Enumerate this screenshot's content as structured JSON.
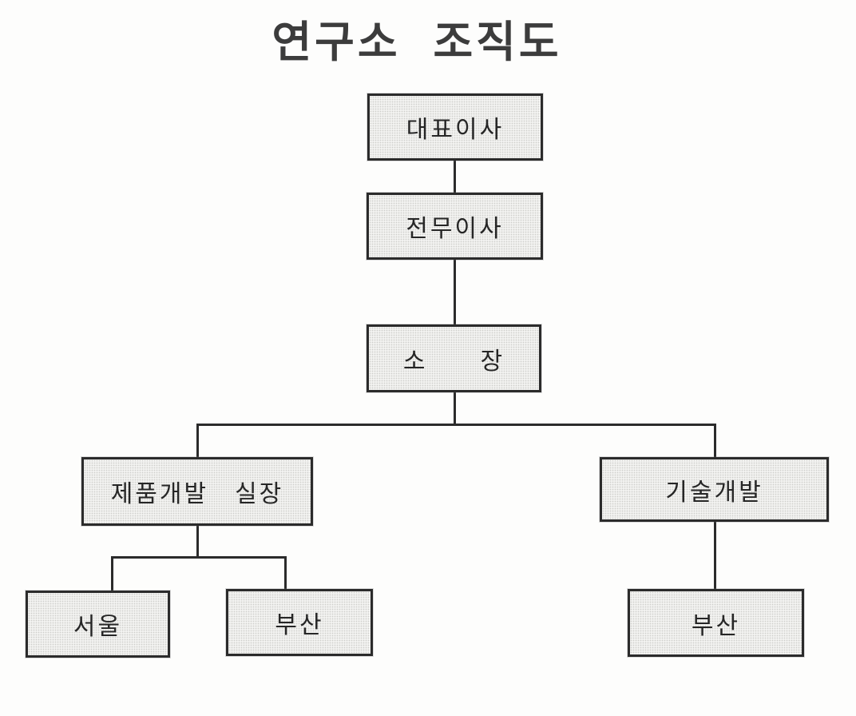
{
  "title": "연구소 조직도",
  "colors": {
    "background": "#fdfdfc",
    "box_fill": "#f0f0ee",
    "box_border": "#2b2b2b",
    "connector": "#2b2b2b",
    "text": "#262626",
    "title_text": "#3c3c3c"
  },
  "nodes": [
    {
      "id": "ceo",
      "label": "대표이사",
      "level": 1,
      "parent": null
    },
    {
      "id": "exec-director",
      "label": "전무이사",
      "level": 2,
      "parent": "ceo"
    },
    {
      "id": "director",
      "label": "소　　장",
      "level": 3,
      "parent": "exec-director"
    },
    {
      "id": "product-dev",
      "label": "제품개발　실장",
      "level": 4,
      "parent": "director"
    },
    {
      "id": "tech-dev",
      "label": "기술개발",
      "level": 4,
      "parent": "director"
    },
    {
      "id": "seoul",
      "label": "서울",
      "level": 5,
      "parent": "product-dev"
    },
    {
      "id": "busan-west",
      "label": "부산",
      "level": 5,
      "parent": "product-dev"
    },
    {
      "id": "busan-east",
      "label": "부산",
      "level": 5,
      "parent": "tech-dev"
    }
  ]
}
